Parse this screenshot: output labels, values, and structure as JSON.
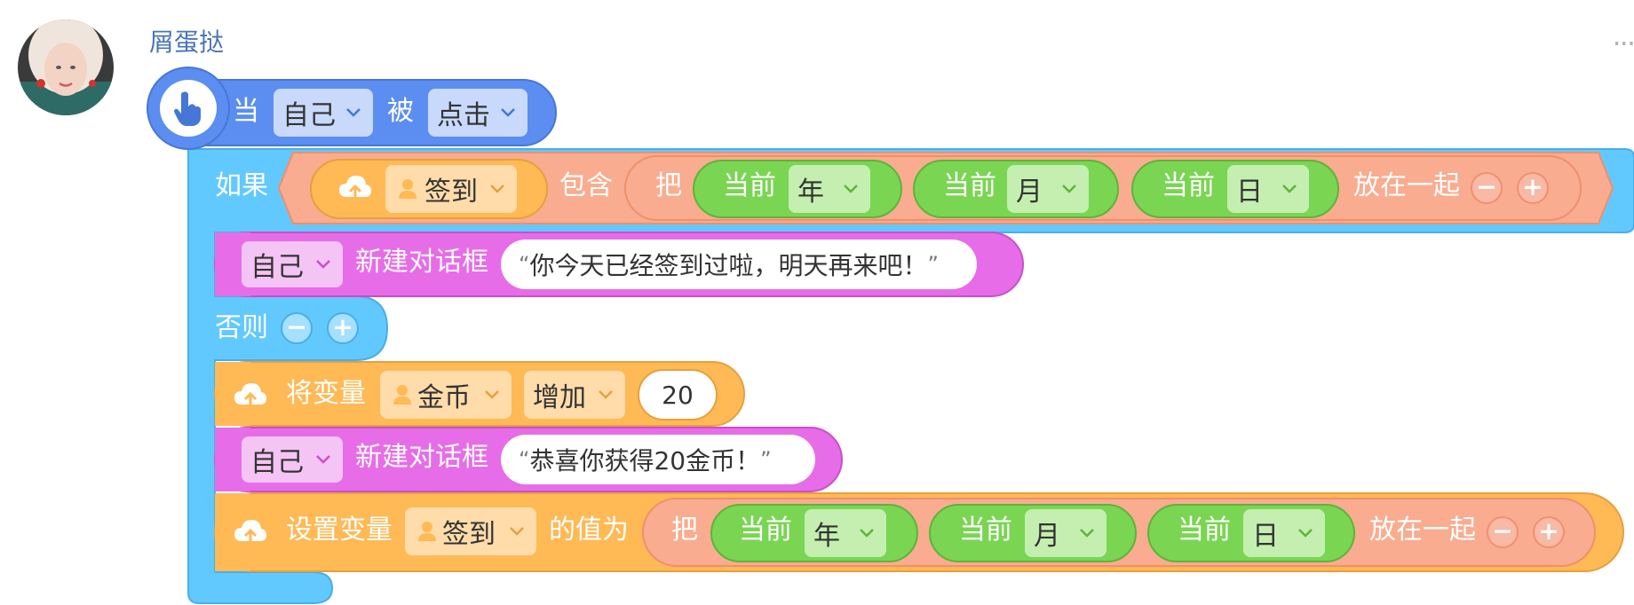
{
  "post": {
    "username": "屑蛋挞",
    "more_label": "···"
  },
  "icons": {
    "hat": "hand-pointer-icon",
    "cloud": "cloud-upload-icon",
    "person": "person-icon",
    "chevron": "chevron-down-icon"
  },
  "colors": {
    "event": "#5b8ef0",
    "control": "#62c9ff",
    "looks": "#e76de8",
    "variable": "#ffb955",
    "operator": "#f9ac8f",
    "sensing": "#7ad553"
  },
  "blocks": {
    "event": {
      "when": "当",
      "target": "自己",
      "is": "被",
      "action": "点击"
    },
    "if": {
      "label": "如果",
      "var": "签到",
      "contains": "包含",
      "join_prefix": "把",
      "current": "当前",
      "year": "年",
      "month": "月",
      "day": "日",
      "join_suffix": "放在一起",
      "minus": "−",
      "plus": "+"
    },
    "dialog1": {
      "target": "自己",
      "label": "新建对话框",
      "text": "你今天已经签到过啦，明天再来吧！"
    },
    "else": {
      "label": "否则",
      "minus": "−",
      "plus": "+"
    },
    "change_var": {
      "label": "将变量",
      "var": "金币",
      "op": "增加",
      "value": "20"
    },
    "dialog2": {
      "target": "自己",
      "label": "新建对话框",
      "text": "恭喜你获得20金币！"
    },
    "set_var": {
      "label": "设置变量",
      "var": "签到",
      "value_label": "的值为",
      "join_prefix": "把",
      "current": "当前",
      "year": "年",
      "month": "月",
      "day": "日",
      "join_suffix": "放在一起",
      "minus": "−",
      "plus": "+"
    }
  },
  "quote_open": "“",
  "quote_close": "”"
}
